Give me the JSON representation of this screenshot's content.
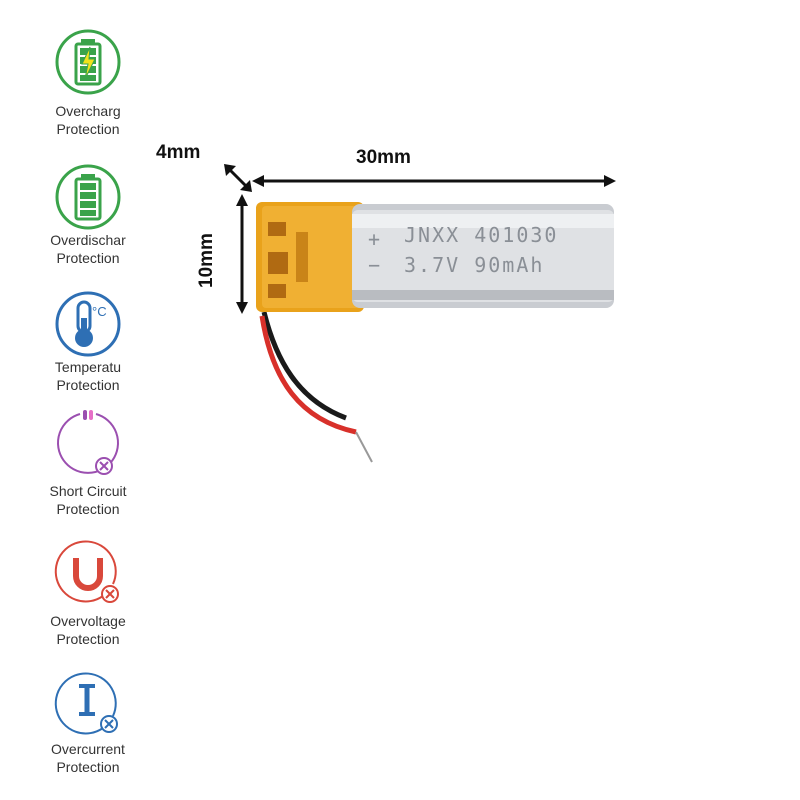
{
  "features": [
    {
      "label_1": "Overcharg",
      "label_2": "Protection",
      "icon": "battery-charging-icon",
      "color": "#3aa34a"
    },
    {
      "label_1": "Overdischar",
      "label_2": "Protection",
      "icon": "battery-full-icon",
      "color": "#3aa34a"
    },
    {
      "label_1": "Temperatu",
      "label_2": "Protection",
      "icon": "thermometer-icon",
      "color": "#2e6fb4"
    },
    {
      "label_1": "Short Circuit",
      "label_2": "Protection",
      "icon": "short-circuit-icon",
      "color": "#9b4fb0"
    },
    {
      "label_1": "Overvoltage",
      "label_2": "Protection",
      "icon": "voltage-u-icon",
      "color": "#d9483b"
    },
    {
      "label_1": "Overcurrent",
      "label_2": "Protection",
      "icon": "current-i-icon",
      "color": "#2e6fb4"
    }
  ],
  "dimensions": {
    "thickness": "4mm",
    "length": "30mm",
    "width": "10mm"
  },
  "battery": {
    "line1_sign": "+",
    "line1_text": "JNXX 401030",
    "line2_sign": "−",
    "line2_text": "3.7V 90mAh"
  },
  "temp_unit": "°C"
}
